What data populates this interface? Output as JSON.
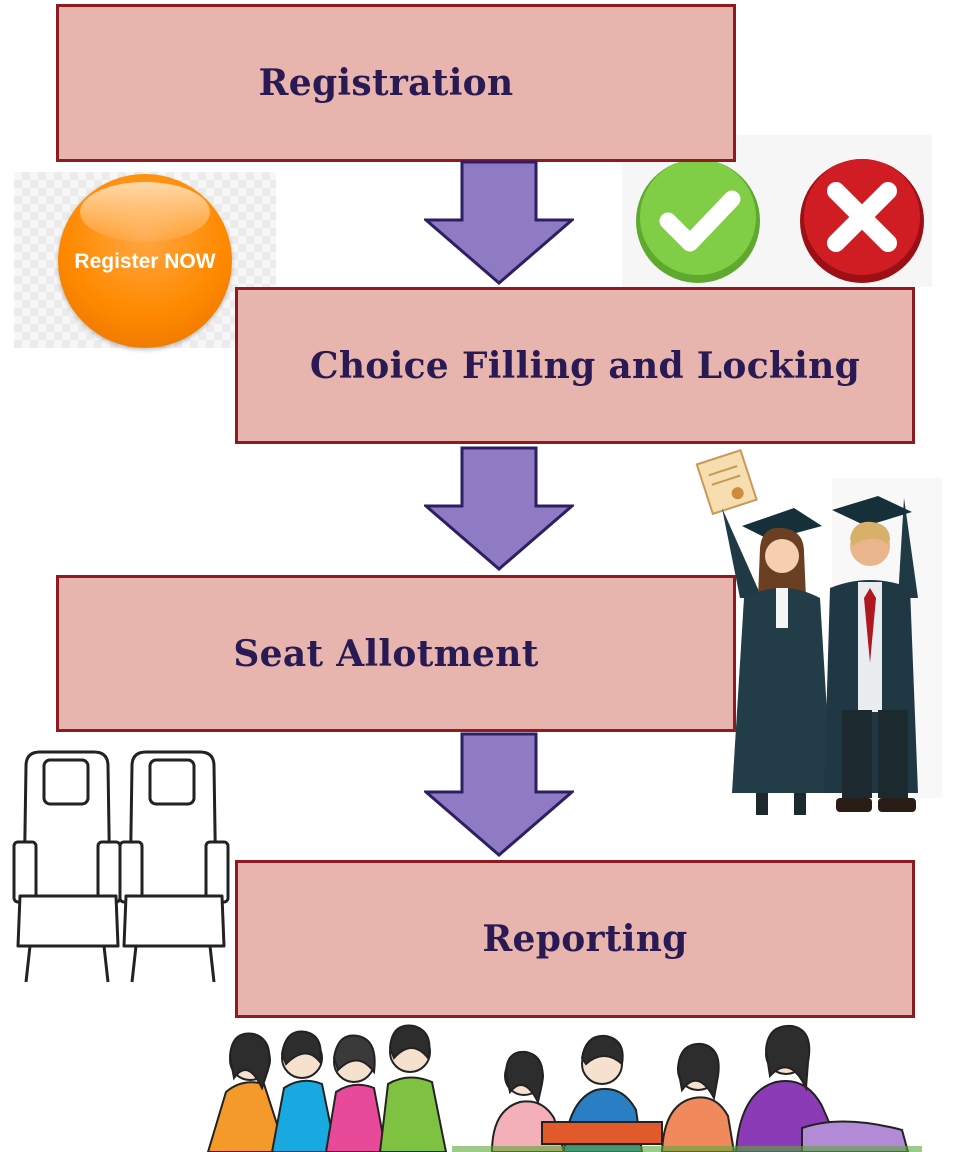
{
  "steps": [
    {
      "label": "Registration"
    },
    {
      "label": "Choice Filling and Locking"
    },
    {
      "label": "Seat Allotment"
    },
    {
      "label": "Reporting"
    }
  ],
  "badge": {
    "label": "Register NOW"
  },
  "colors": {
    "box_fill": "#e7b5ad",
    "box_border": "#8e1b22",
    "text": "#2a1a54",
    "arrow_fill": "#8e7bc4",
    "arrow_stroke": "#2e1e64",
    "check_green": "#6cbf3a",
    "cross_red": "#c4161c",
    "badge_orange": "#ff8a00"
  },
  "icons": [
    "register-now-badge",
    "check-icon",
    "cross-icon",
    "graduates-icon",
    "seats-icon",
    "students-icon"
  ]
}
